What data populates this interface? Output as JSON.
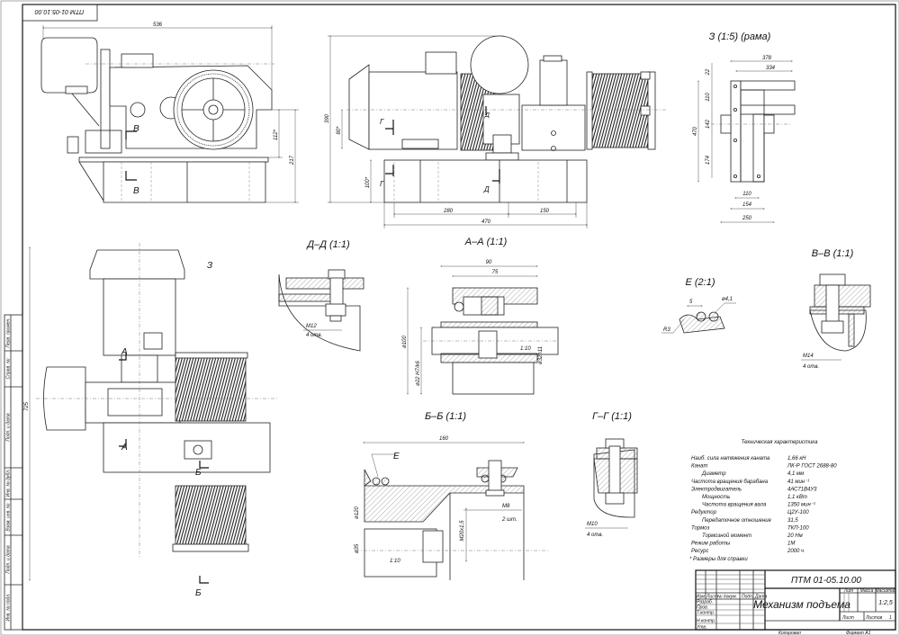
{
  "stamp_top": "ПТМ 01-05.10.00",
  "front_view": {
    "dim_length": "536",
    "dim_height": "217",
    "dim_axis": "112*",
    "section_mark_1": "В",
    "section_mark_2": "В"
  },
  "side_view": {
    "title": "А–А (1:1)",
    "dim_height": "390",
    "dim_axis": "80*",
    "dim_base": "100*",
    "dim_280": "280",
    "dim_150": "150",
    "dim_470": "470",
    "marks": [
      "Г",
      "Г",
      "Д",
      "Д"
    ]
  },
  "frame_view": {
    "title": "З (1:5) (рама)",
    "dims": [
      "378",
      "334",
      "22",
      "110",
      "142",
      "470",
      "174",
      "110",
      "154",
      "250"
    ]
  },
  "plan_view": {
    "dim_total": "725",
    "marks": [
      "З",
      "А",
      "А",
      "Б",
      "Б"
    ]
  },
  "section_dd": {
    "title": "Д–Д (1:1)",
    "thread": "М12",
    "count": "4 отв."
  },
  "section_aa": {
    "dim_90": "90",
    "dim_75": "75",
    "dia_100": "ø100",
    "fit": "ø22 H7/k6",
    "dia_32": "ø32h11",
    "taper": "1:10"
  },
  "detail_e": {
    "title": "Е (2:1)",
    "dim_5": "5",
    "dia_rope": "ø4,1",
    "radius": "R3"
  },
  "section_vv": {
    "title": "В–В (1:1)",
    "thread": "М14",
    "count": "4 отв."
  },
  "section_bb": {
    "title": "Б–Б (1:1)",
    "dim_160": "160",
    "mark_e": "Е",
    "thread": "М8",
    "count": "2 шт.",
    "nut_thread": "М20х1,5",
    "dia_120": "ø120",
    "dia_35": "ø35",
    "taper": "1:10"
  },
  "section_gg": {
    "title": "Г–Г (1:1)",
    "thread": "М10",
    "count": "4 отв."
  },
  "tech_specs": {
    "title": "Техническая характеристика",
    "rows": [
      {
        "label": "Наиб. сила натяжения каната",
        "value": "1,66 кН",
        "indent": false
      },
      {
        "label": "Канат",
        "value": "ЛК-Р ГОСТ 2688-80",
        "indent": false
      },
      {
        "label": "Диаметр",
        "value": "4,1 мм",
        "indent": true
      },
      {
        "label": "Частота вращения барабана",
        "value": "41 мин⁻¹",
        "indent": false
      },
      {
        "label": "Электродвигатель",
        "value": "4АС71В4У3",
        "indent": false
      },
      {
        "label": "Мощность",
        "value": "1,1 кВт",
        "indent": true
      },
      {
        "label": "Частота вращения вала",
        "value": "1350 мин⁻¹",
        "indent": true
      },
      {
        "label": "Редуктор",
        "value": "Ц2У-100",
        "indent": false
      },
      {
        "label": "Передаточное отношение",
        "value": "31,5",
        "indent": true
      },
      {
        "label": "Тормоз",
        "value": "ТКП-100",
        "indent": false
      },
      {
        "label": "Тормозной момент",
        "value": "20 Нм",
        "indent": true
      },
      {
        "label": "Режим работы",
        "value": "1М",
        "indent": false
      },
      {
        "label": "Ресурс",
        "value": "2000 ч",
        "indent": false
      }
    ],
    "footnote": "* Размеры для справки"
  },
  "title_block": {
    "doc_number": "ПТМ 01-05.10.00",
    "name": "Механизм подъема",
    "col_lit": "Лит",
    "col_mass": "Масса",
    "col_scale": "Масштаб",
    "scale": "1:2,5",
    "sheet": "Лист",
    "sheets": "Листов",
    "sheets_value": "1",
    "header": [
      "Изм",
      "Лист",
      "№ докум.",
      "Подп.",
      "Дата"
    ],
    "roles": [
      "Разраб.",
      "Пров.",
      "Т.контр.",
      "Н.контр.",
      "Утв."
    ],
    "copied": "Копировал",
    "format": "Формат  A1"
  },
  "margin_stamp": [
    "Перв. примен.",
    "Справ. №",
    "Подп. и дата",
    "Инв. № дубл.",
    "Взам. инв. №",
    "Подп. и дата",
    "Инв. № подл."
  ]
}
